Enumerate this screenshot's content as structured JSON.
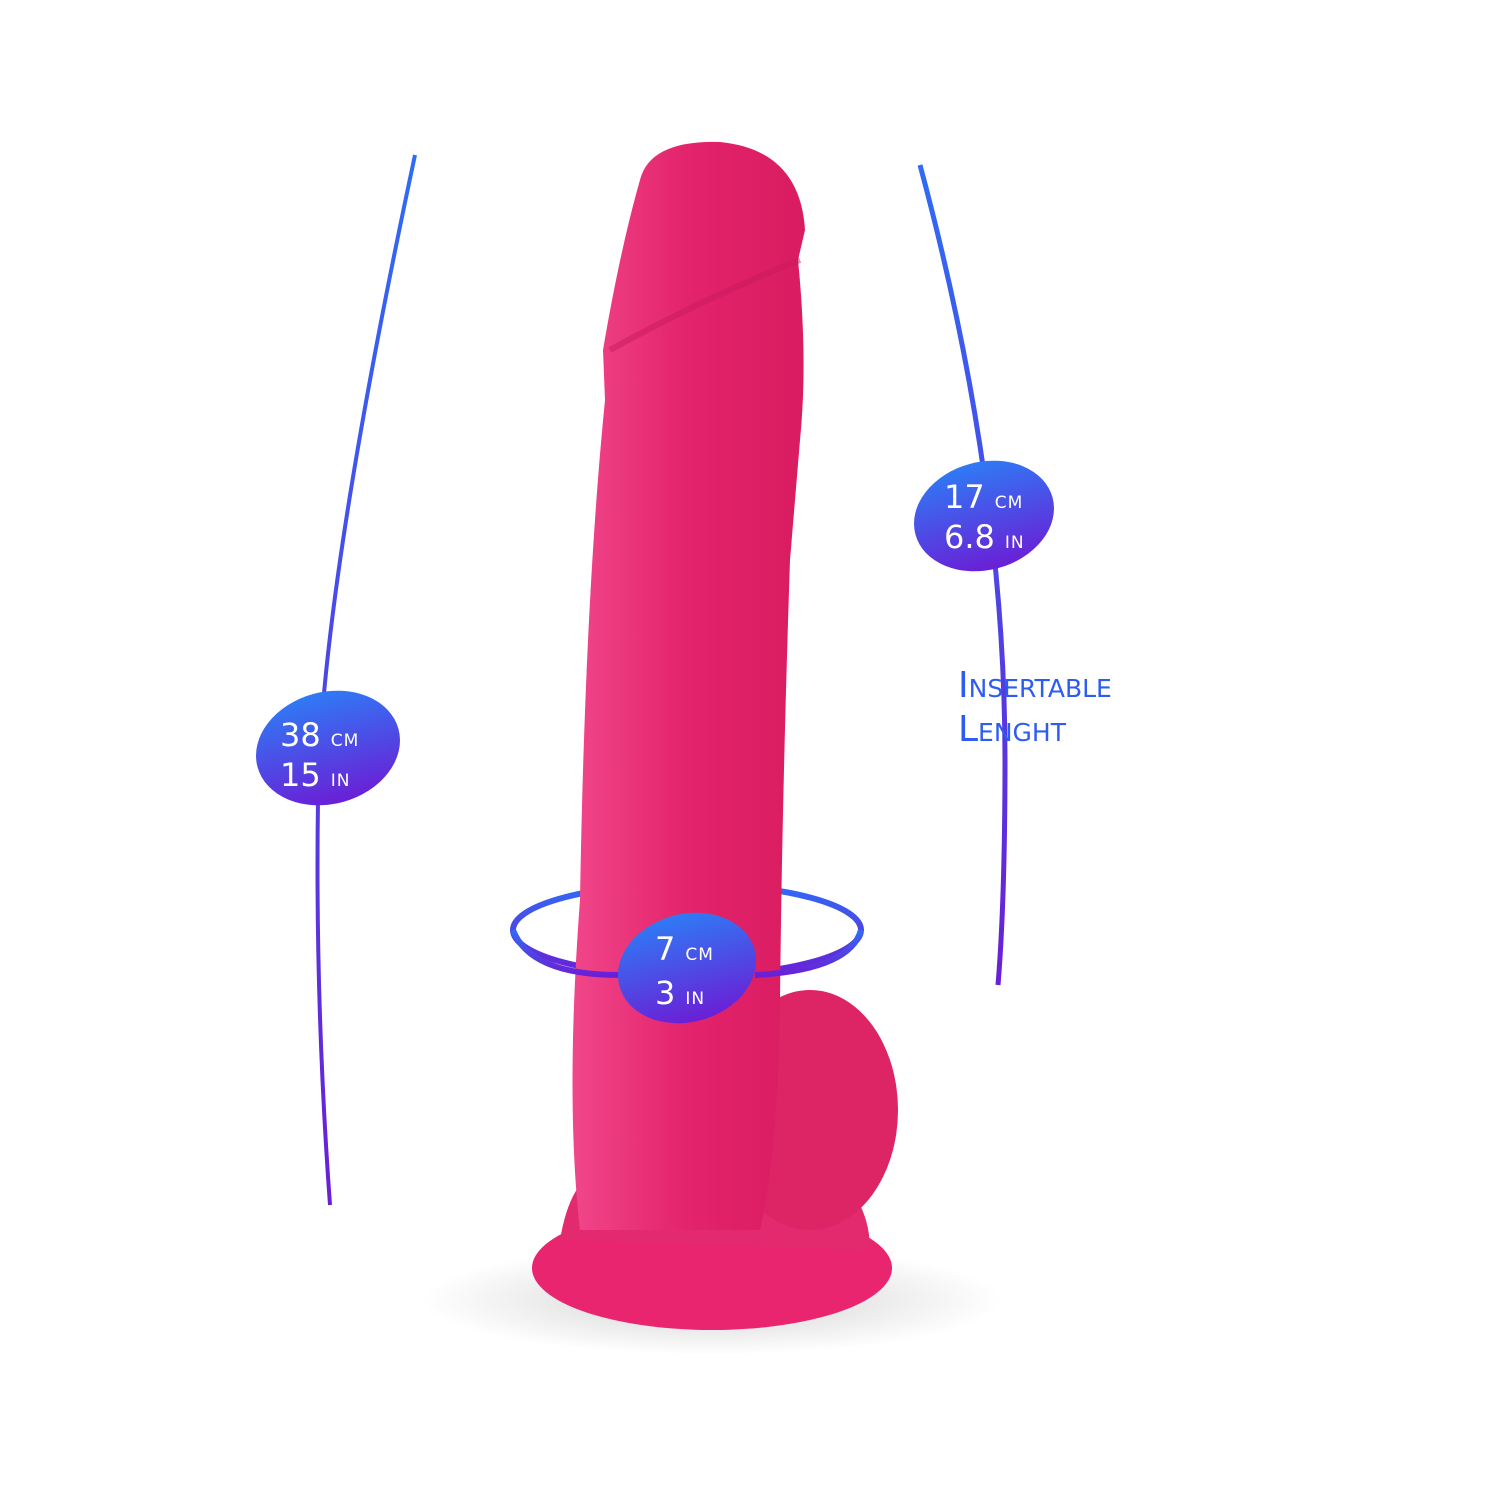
{
  "measurements": {
    "total_length": {
      "cm_value": "38",
      "cm_unit": "CM",
      "in_value": "15",
      "in_unit": "IN"
    },
    "insertable_length": {
      "cm_value": "17",
      "cm_unit": "CM",
      "in_value": "6.8",
      "in_unit": "IN"
    },
    "diameter": {
      "cm_value": "7",
      "cm_unit": "CM",
      "in_value": "3",
      "in_unit": "IN"
    }
  },
  "labels": {
    "insertable_line1": "Insertable",
    "insertable_line2": "Lenght"
  },
  "colors": {
    "product": "#e8246e",
    "line_top": "#2f6cf5",
    "line_bottom": "#6a1fd6"
  }
}
